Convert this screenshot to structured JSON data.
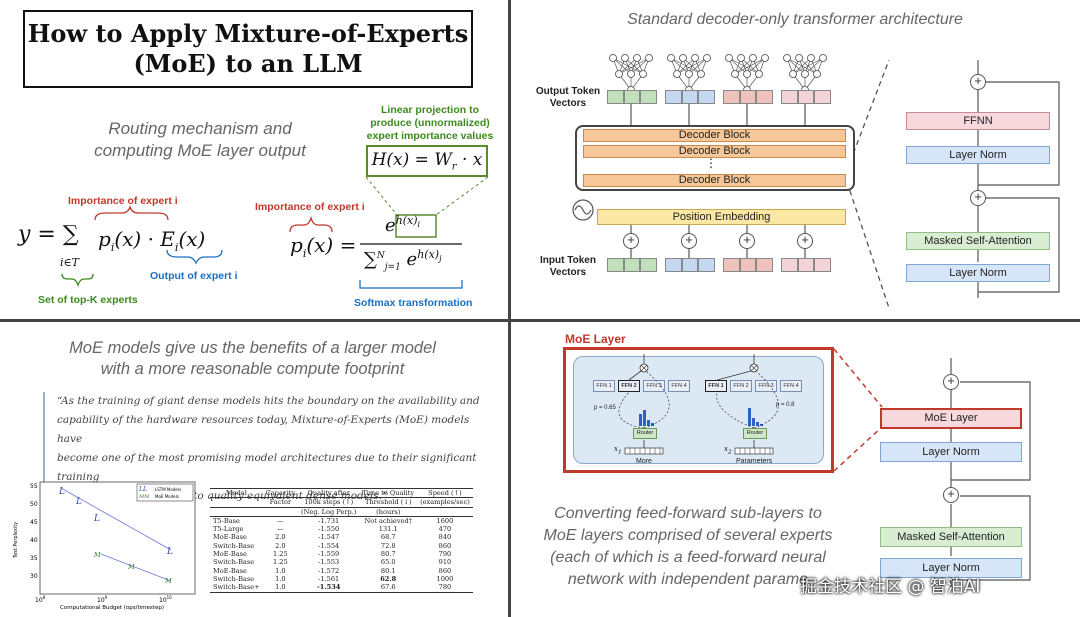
{
  "q1": {
    "title_line1": "How to Apply Mixture-of-Experts",
    "title_line2": "(MoE) to an LLM",
    "subtitle_line1": "Routing mechanism and",
    "subtitle_line2": "computing MoE layer output",
    "ann_linear_1": "Linear projection to",
    "ann_linear_2": "produce (unnormalized)",
    "ann_linear_3": "expert importance values",
    "formula_h": "H(x) = W",
    "formula_h_sub": "r",
    "formula_h_tail": " · x",
    "ann_importance_left": "Importance of expert i",
    "ann_importance_right": "Importance of expert i",
    "formula_y": "y = ∑",
    "formula_y_sub": "i∈T",
    "formula_y_body": "p",
    "ann_output": "Output of expert i",
    "ann_topk": "Set of top-K experts",
    "formula_p": "p",
    "formula_p_sub": "i",
    "formula_p_arg": "(x) =",
    "numerator": "e",
    "numerator_sup": "h(x)",
    "numerator_sup_sub": "i",
    "denominator": "∑",
    "denominator_lim_top": "N",
    "denominator_lim_bot": "j=1",
    "denominator_e": "e",
    "denominator_sup": "h(x)",
    "denominator_sup_sub": "j",
    "ann_softmax": "Softmax transformation"
  },
  "q2": {
    "title": "Standard decoder-only transformer architecture",
    "output_label_1": "Output Token",
    "output_label_2": "Vectors",
    "input_label_1": "Input Token",
    "input_label_2": "Vectors",
    "decoder_block_1": "Decoder Block",
    "decoder_block_2": "Decoder Block",
    "decoder_dots": "⋮",
    "decoder_block_3": "Decoder Block",
    "position_embedding": "Position Embedding",
    "ffnn": "FFNN",
    "layer_norm_top": "Layer Norm",
    "masked_attention": "Masked Self-Attention",
    "layer_norm_bottom": "Layer Norm",
    "token_colors": [
      "#bfe0b8",
      "#c4d8f2",
      "#efc3bb",
      "#f3d3d8"
    ]
  },
  "q3": {
    "title_line1": "MoE models give us the benefits of a larger model",
    "title_line2": "with a more reasonable compute footprint",
    "quote_line1": "“As the training of giant dense models hits the boundary on the availability and",
    "quote_line2": "capability of the hardware resources today, Mixture-of-Experts (MoE) models have",
    "quote_line3": "become one of the most promising model architectures due to their significant training",
    "quote_line4": "cost reduction compared to quality equivalent dense models.”",
    "plot": {
      "ylabel": "Test Perplexity",
      "xlabel": "Computational Budget (ops/timestep)",
      "y_ticks": [
        "55",
        "50",
        "45",
        "40",
        "35",
        "30"
      ],
      "x_ticks": [
        "10",
        "10",
        "10"
      ],
      "x_tick_exps": [
        "8",
        "9",
        "10"
      ],
      "legend_1_marker": "LL",
      "legend_1": "LSTM Models",
      "legend_2_marker": "MM",
      "legend_2": "MoE Models",
      "lstm_marker": "L",
      "moe_marker": "M"
    },
    "table": {
      "headers": [
        [
          "Model",
          "Capacity",
          "Quality after",
          "Time to Quality",
          "Speed (↑)"
        ],
        [
          "",
          "Factor",
          "100k steps (↑)",
          "Threshold (↓)",
          "(examples/sec)"
        ],
        [
          "",
          "",
          "(Neg. Log Perp.)",
          "(hours)",
          ""
        ]
      ],
      "rows": [
        [
          "T5-Base",
          "—",
          "-1.731",
          "Not achieved†",
          "1600"
        ],
        [
          "T5-Large",
          "—",
          "-1.550",
          "131.1",
          "470"
        ],
        [
          "MoE-Base",
          "2.0",
          "-1.547",
          "68.7",
          "840"
        ],
        [
          "Switch-Base",
          "2.0",
          "-1.554",
          "72.8",
          "860"
        ],
        [
          "MoE-Base",
          "1.25",
          "-1.559",
          "80.7",
          "790"
        ],
        [
          "Switch-Base",
          "1.25",
          "-1.553",
          "65.0",
          "910"
        ],
        [
          "MoE-Base",
          "1.0",
          "-1.572",
          "80.1",
          "860"
        ],
        [
          "Switch-Base",
          "1.0",
          "-1.561",
          "62.8",
          "1000"
        ],
        [
          "Switch-Base+",
          "1.0",
          "-1.534",
          "67.6",
          "780"
        ]
      ]
    }
  },
  "q4": {
    "moe_layer_title": "MoE Layer",
    "ffn_left": [
      "FFN 1",
      "FFN 2",
      "FFN 3",
      "FFN 4"
    ],
    "ffn_right": [
      "FFN 1",
      "FFN 2",
      "FFN 3",
      "FFN 4"
    ],
    "p_left": "p = 0.65",
    "p_right": "p = 0.8",
    "router": "Router",
    "x1": "x",
    "x1_sub": "1",
    "x2": "x",
    "x2_sub": "2",
    "word_left": "More",
    "word_right": "Parameters",
    "stack_moe": "MoE Layer",
    "stack_layer_norm_top": "Layer Norm",
    "stack_masked": "Masked Self-Attention",
    "stack_layer_norm_bottom": "Layer Norm",
    "caption_line1": "Converting feed-forward sub-layers to",
    "caption_line2": "MoE layers comprised of several experts",
    "caption_line3": "(each of which is a feed-forward neural",
    "caption_line4": "network with independent parame",
    "watermark": "掘金技术社区 @ 智泊AI"
  }
}
